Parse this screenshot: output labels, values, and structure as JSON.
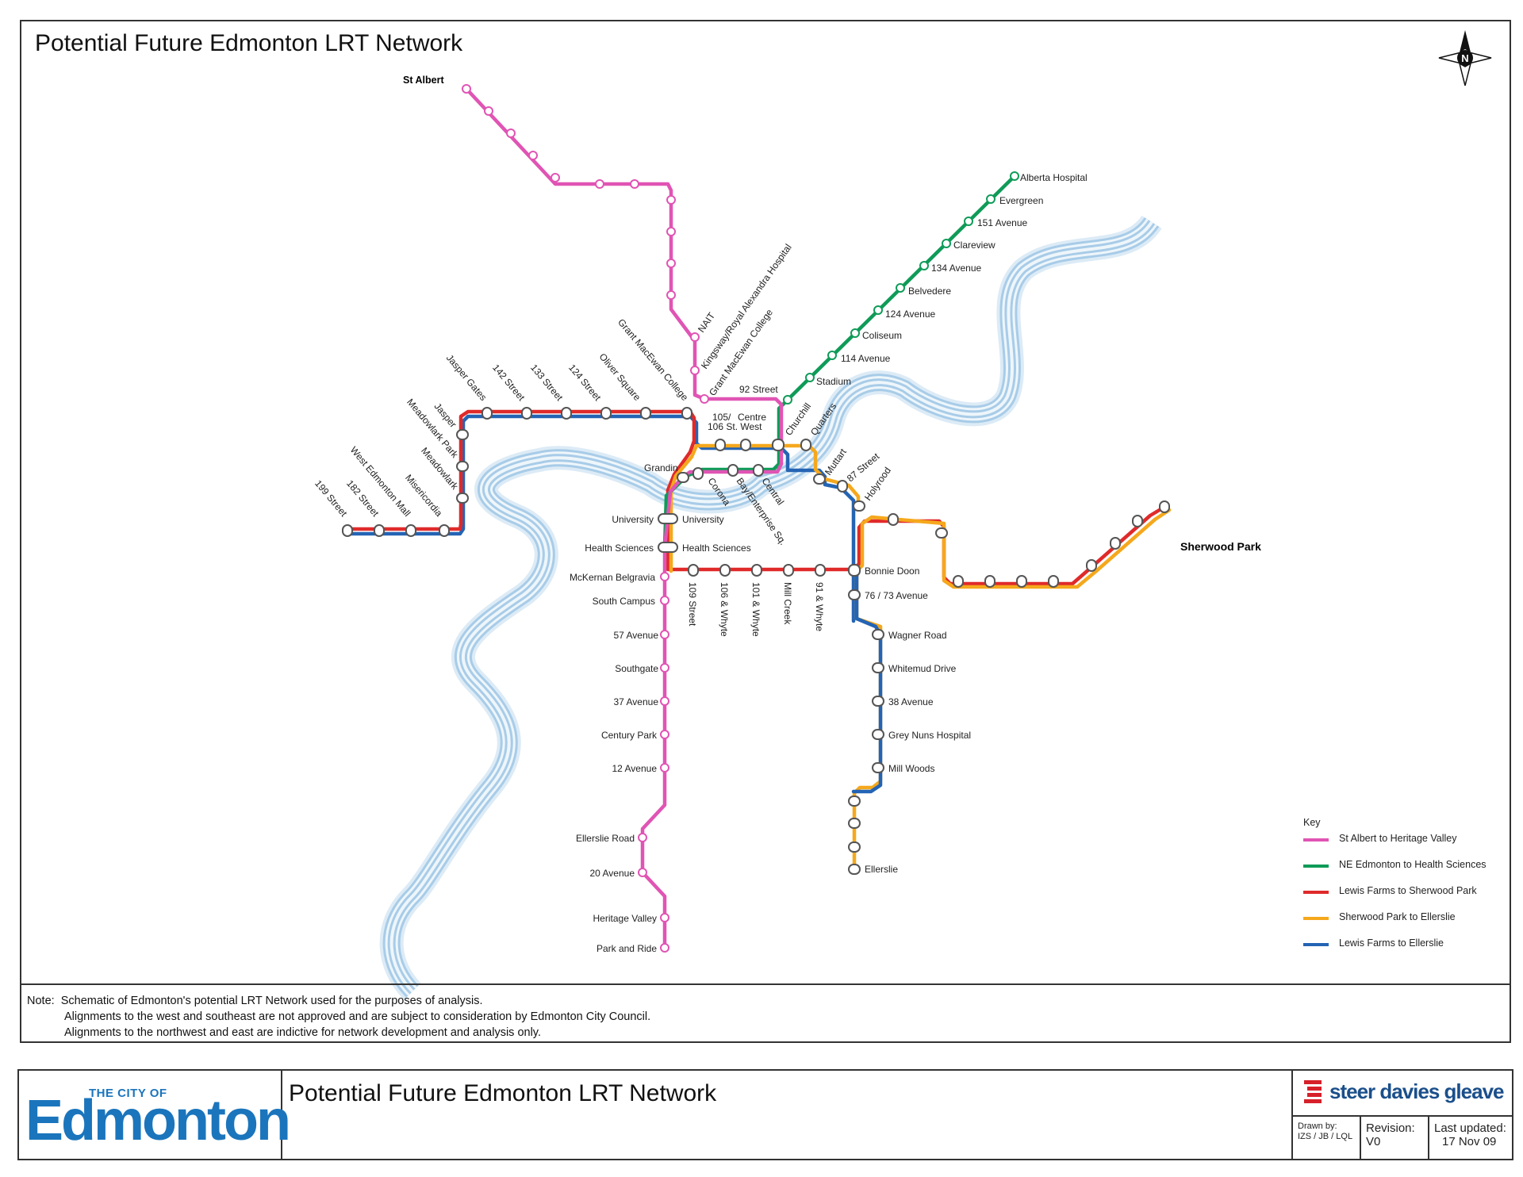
{
  "title": "Potential Future Edmonton LRT Network",
  "compass_letter": "N",
  "places": {
    "st_albert": "St Albert",
    "sherwood_park": "Sherwood Park"
  },
  "colors": {
    "pink": "#e054b4",
    "green": "#0f9b58",
    "red": "#e02a2a",
    "orange": "#f5a81c",
    "blue": "#2464b4",
    "river": "#a8cce8"
  },
  "key": {
    "title": "Key",
    "items": [
      {
        "label": "St Albert to Heritage Valley",
        "color": "#e054b4"
      },
      {
        "label": "NE Edmonton to Health Sciences",
        "color": "#0f9b58"
      },
      {
        "label": "Lewis Farms to Sherwood Park",
        "color": "#e02a2a"
      },
      {
        "label": "Sherwood Park to Ellerslie",
        "color": "#f5a81c"
      },
      {
        "label": "Lewis Farms to Ellerslie",
        "color": "#2464b4"
      }
    ]
  },
  "stations": {
    "nait": "NAIT",
    "kingsway": "Kingsway/Royal Alexandra Hospital",
    "gmc_north": "Grant MacEwan College",
    "st92": "92 Street",
    "mckernan": "McKernan Belgravia",
    "south_campus": "South Campus",
    "ave57": "57 Avenue",
    "southgate": "Southgate",
    "ave37": "37 Avenue",
    "century_park": "Century Park",
    "ave12": "12 Avenue",
    "ellerslie_road": "Ellerslie Road",
    "ave20": "20 Avenue",
    "heritage_valley": "Heritage Valley",
    "park_and_ride": "Park and Ride",
    "alberta_hospital": "Alberta Hospital",
    "evergreen": "Evergreen",
    "ave151": "151 Avenue",
    "clareview": "Clareview",
    "ave134": "134 Avenue",
    "belvedere": "Belvedere",
    "ave124": "124 Avenue",
    "coliseum": "Coliseum",
    "ave114": "114 Avenue",
    "stadium": "Stadium",
    "st199": "199 Street",
    "st182": "182 Street",
    "west_ed": "West Edmonton Mall",
    "misericordia": "Misericordia",
    "meadowlark": "Meadowlark",
    "meadowlark_park": "Meadowlark Park",
    "jasper": "Jasper",
    "jasper_gates": "Jasper Gates",
    "st142": "142 Street",
    "st133": "133 Street",
    "st124": "124 Street",
    "oliver_square": "Oliver Square",
    "gmc_west": "Grant MacEwan College",
    "st105": "105/",
    "st106": "106 St. West",
    "centre": "Centre",
    "churchill": "Churchill",
    "quarters": "Quarters",
    "grandin": "Grandin",
    "corona": "Corona",
    "bay": "Bay/Enterprise Sq.",
    "central": "Central",
    "muttart": "Muttart",
    "st87": "87 Street",
    "holyrood": "Holyrood",
    "university_w": "University",
    "university_e": "University",
    "health_w": "Health Sciences",
    "health_e": "Health Sciences",
    "st109": "109 Street",
    "whyte106": "106 & Whyte",
    "whyte101": "101 & Whyte",
    "mill_creek": "Mill Creek",
    "whyte91": "91 & Whyte",
    "bonnie_doon": "Bonnie Doon",
    "ave76": "76 / 73 Avenue",
    "wagner": "Wagner Road",
    "whitemud": "Whitemud Drive",
    "ave38": "38 Avenue",
    "grey_nuns": "Grey Nuns Hospital",
    "mill_woods": "Mill Woods",
    "ellerslie": "Ellerslie"
  },
  "note": {
    "prefix": "Note:",
    "line1": "Schematic of Edmonton's potential LRT Network used for the purposes of analysis.",
    "line2": "Alignments to the west and southeast are not approved and are subject to consideration by Edmonton City Council.",
    "line3": "Alignments to the northwest and east are indictive for network development and analysis only."
  },
  "titleblock": {
    "logo_small": "THE CITY OF",
    "logo_big": "Edmonton",
    "title": "Potential Future Edmonton LRT Network",
    "consultant": "steer davies gleave",
    "drawn_by_label": "Drawn by:",
    "drawn_by_value": "IZS / JB / LQL",
    "revision_label": "Revision:",
    "revision_value": "V0",
    "updated_label": "Last updated:",
    "updated_value": "17 Nov 09"
  }
}
